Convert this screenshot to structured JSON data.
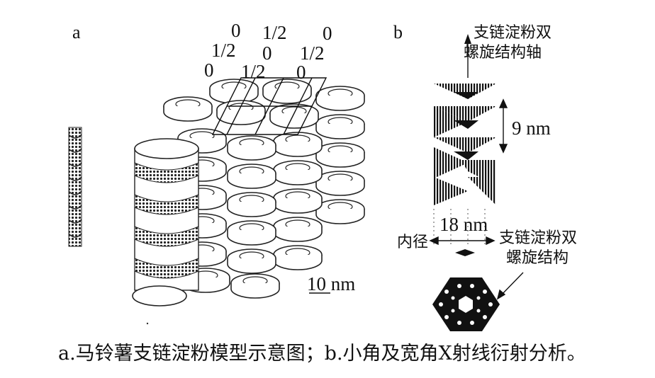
{
  "panel_labels": {
    "a": "a",
    "b": "b"
  },
  "lattice_labels": {
    "row1": [
      "0",
      "1/2",
      "0"
    ],
    "row2": [
      "1/2",
      "0",
      "1/2"
    ],
    "row3": [
      "0",
      "1/2",
      "0"
    ]
  },
  "scale_bar": "10 nm",
  "panel_b": {
    "axis_label_line1": "支链淀粉双",
    "axis_label_line2": "螺旋结构轴",
    "period": "9 nm",
    "width": "18 nm",
    "inner_diameter": "内径",
    "structure_label_line1": "支链淀粉双",
    "structure_label_line2": "螺旋结构"
  },
  "caption": "a.马铃薯支链淀粉模型示意图；b.小角及宽角X射线衍射分析。"
}
